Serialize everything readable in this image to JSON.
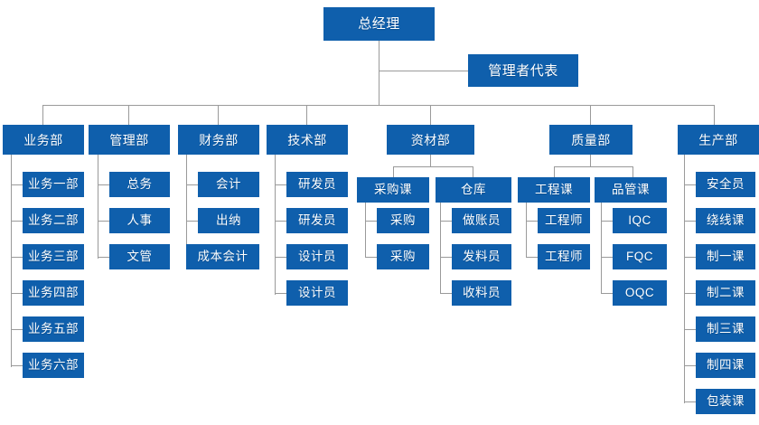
{
  "chart": {
    "title_node": {
      "label": "总经理"
    },
    "staff_node": {
      "label": "管理者代表"
    },
    "departments": [
      {
        "label": "业务部",
        "children": [
          {
            "label": "业务一部"
          },
          {
            "label": "业务二部"
          },
          {
            "label": "业务三部"
          },
          {
            "label": "业务四部"
          },
          {
            "label": "业务五部"
          },
          {
            "label": "业务六部"
          }
        ]
      },
      {
        "label": "管理部",
        "children": [
          {
            "label": "总务"
          },
          {
            "label": "人事"
          },
          {
            "label": "文管"
          }
        ]
      },
      {
        "label": "财务部",
        "children": [
          {
            "label": "会计"
          },
          {
            "label": "出纳"
          },
          {
            "label": "成本会计"
          }
        ]
      },
      {
        "label": "技术部",
        "children": [
          {
            "label": "研发员"
          },
          {
            "label": "研发员"
          },
          {
            "label": "设计员"
          },
          {
            "label": "设计员"
          }
        ]
      },
      {
        "label": "资材部",
        "sections": [
          {
            "label": "采购课",
            "children": [
              {
                "label": "采购"
              },
              {
                "label": "采购"
              }
            ]
          },
          {
            "label": "仓库",
            "children": [
              {
                "label": "做账员"
              },
              {
                "label": "发料员"
              },
              {
                "label": "收料员"
              }
            ]
          }
        ]
      },
      {
        "label": "质量部",
        "sections": [
          {
            "label": "工程课",
            "children": [
              {
                "label": "工程师"
              },
              {
                "label": "工程师"
              }
            ]
          },
          {
            "label": "品管课",
            "children": [
              {
                "label": "IQC"
              },
              {
                "label": "FQC"
              },
              {
                "label": "OQC"
              }
            ]
          }
        ]
      },
      {
        "label": "生产部",
        "children": [
          {
            "label": "安全员"
          },
          {
            "label": "绕线课"
          },
          {
            "label": "制一课"
          },
          {
            "label": "制二课"
          },
          {
            "label": "制三课"
          },
          {
            "label": "制四课"
          },
          {
            "label": "包装课"
          }
        ]
      }
    ],
    "colors": {
      "node_fill": "#0f5fac",
      "node_text": "#ffffff",
      "connector": "#9a9a9a",
      "background": "#ffffff"
    }
  }
}
